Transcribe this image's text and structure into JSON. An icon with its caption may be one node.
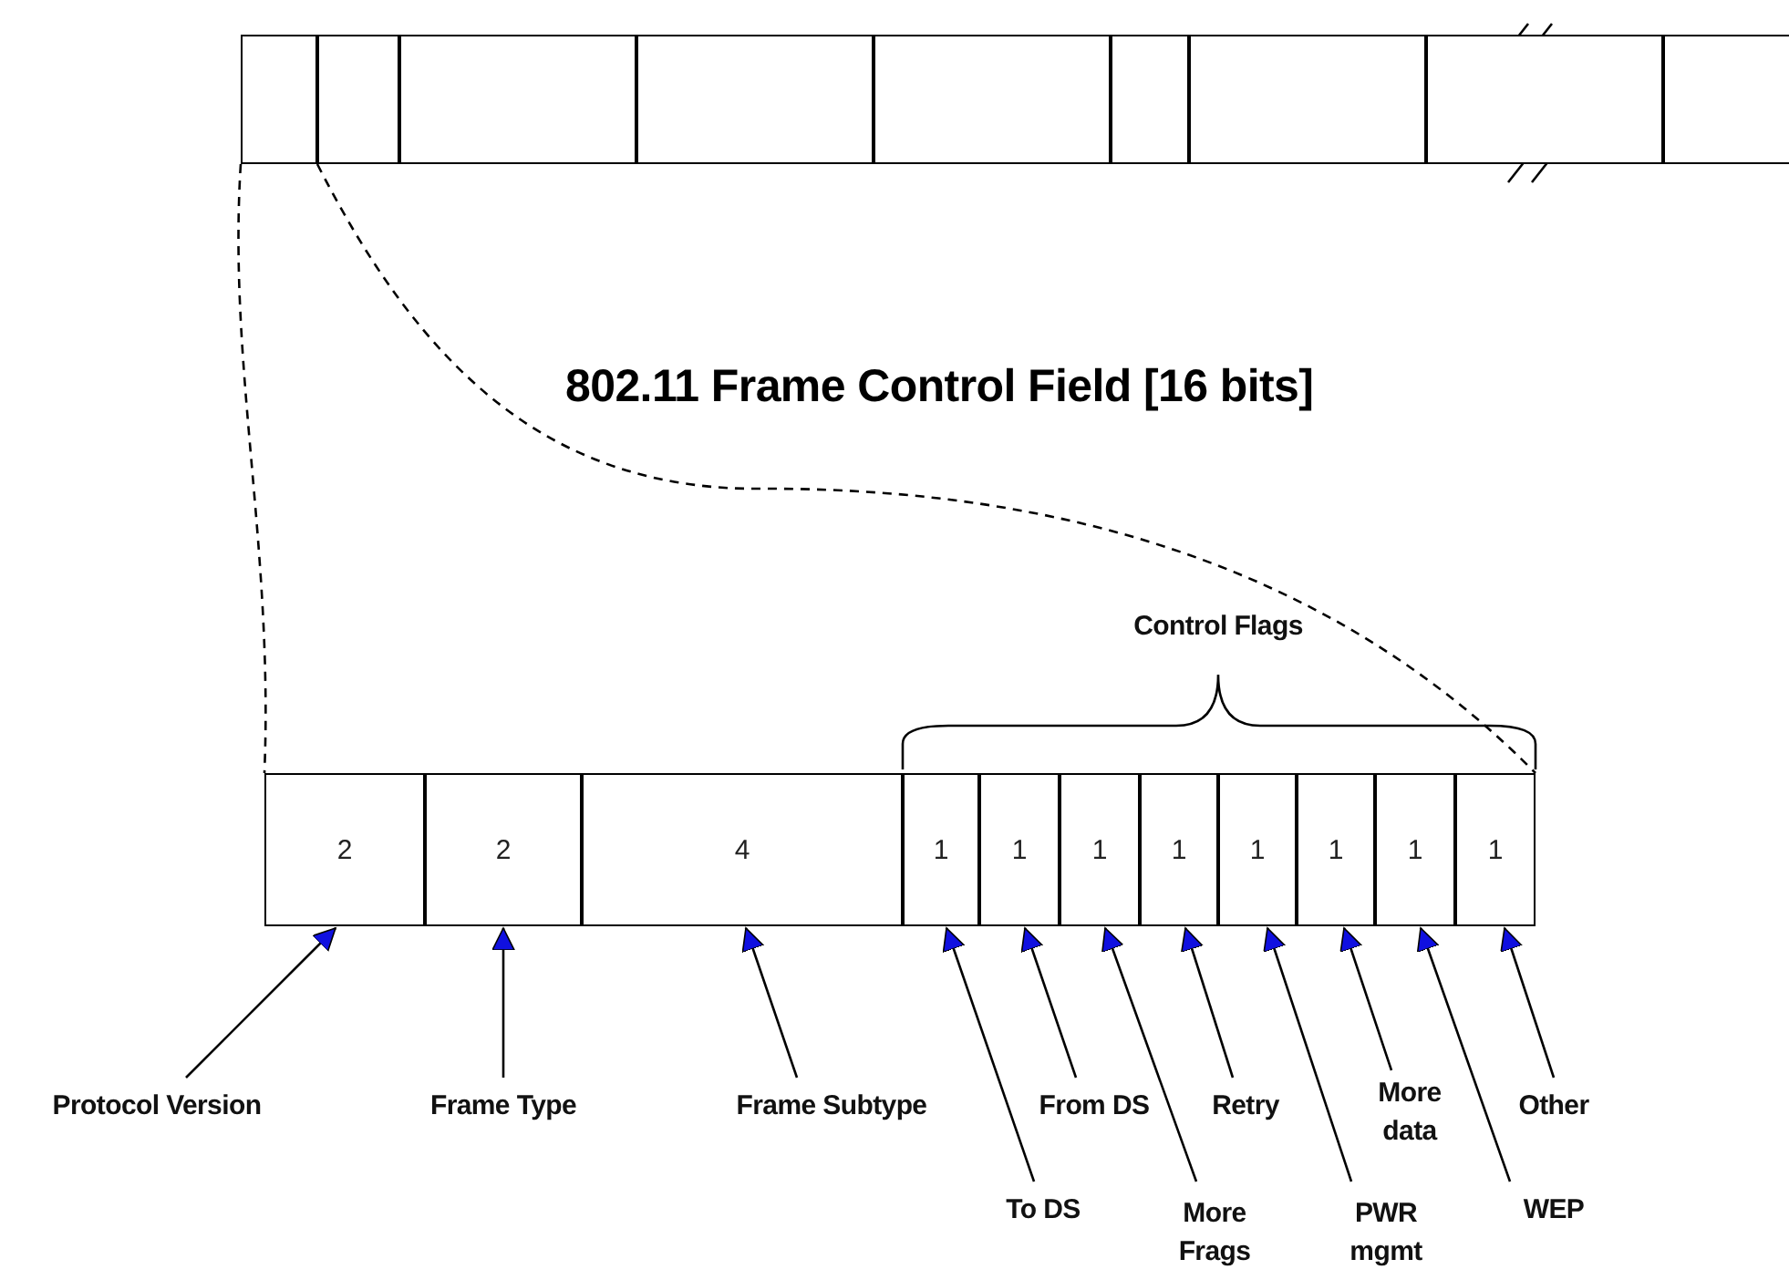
{
  "diagram": {
    "title": "802.11 Frame Control Field [16 bits]",
    "nodes": [
      {
        "text": [],
        "shape": "box"
      },
      {
        "text": [],
        "shape": "box"
      },
      {
        "text": [],
        "shape": "box"
      },
      {
        "text": [],
        "shape": "box"
      },
      {
        "text": [],
        "shape": "box"
      },
      {
        "text": [],
        "shape": "box"
      },
      {
        "text": [],
        "shape": "box"
      },
      {
        "text": [],
        "shape": "box"
      },
      {
        "text": [],
        "shape": "box"
      },
      {
        "text": [
          "2"
        ]
      },
      {
        "text": [
          "2"
        ]
      },
      {
        "text": [
          "4"
        ]
      },
      {
        "text": [
          "1"
        ]
      },
      {
        "text": [
          "1"
        ]
      },
      {
        "text": [
          "1"
        ]
      },
      {
        "text": [
          "1"
        ]
      },
      {
        "text": [
          "1"
        ]
      },
      {
        "text": [
          "1"
        ]
      },
      {
        "text": [
          "1"
        ]
      },
      {
        "text": [
          "1"
        ]
      },
      {
        "text": [
          "Protocol Version"
        ]
      },
      {
        "text": [
          "Frame Type"
        ]
      },
      {
        "text": [
          "Frame Subtype"
        ]
      },
      {
        "text": [
          "To DS"
        ]
      },
      {
        "text": [
          "From DS"
        ]
      },
      {
        "text": [
          "More Frags"
        ]
      },
      {
        "text": [
          "Retry"
        ]
      },
      {
        "text": [
          "PWR mgmt"
        ]
      },
      {
        "text": [
          "More data"
        ]
      },
      {
        "text": [
          "WEP"
        ]
      },
      {
        "text": [
          "Other"
        ]
      }
    ],
    "edges": [
      {
        "from": 20,
        "to": 9,
        "arrow": "to"
      },
      {
        "from": 21,
        "to": 10,
        "arrow": "to"
      },
      {
        "from": 22,
        "to": 11,
        "arrow": "to"
      },
      {
        "from": 23,
        "to": 12,
        "arrow": "to"
      },
      {
        "from": 24,
        "to": 13,
        "arrow": "to"
      },
      {
        "from": 25,
        "to": 14,
        "arrow": "to"
      },
      {
        "from": 26,
        "to": 15,
        "arrow": "to"
      },
      {
        "from": 27,
        "to": 16,
        "arrow": "to"
      },
      {
        "from": 28,
        "to": 17,
        "arrow": "to"
      },
      {
        "from": 29,
        "to": 18,
        "arrow": "to"
      },
      {
        "from": 30,
        "to": 19,
        "arrow": "to"
      },
      {
        "from": 0,
        "to": 9,
        "arrow": "none",
        "style": "dashed"
      },
      {
        "from": 0,
        "to": 19,
        "arrow": "none",
        "style": "dashed"
      }
    ],
    "labels": [
      "Control Flags"
    ]
  }
}
